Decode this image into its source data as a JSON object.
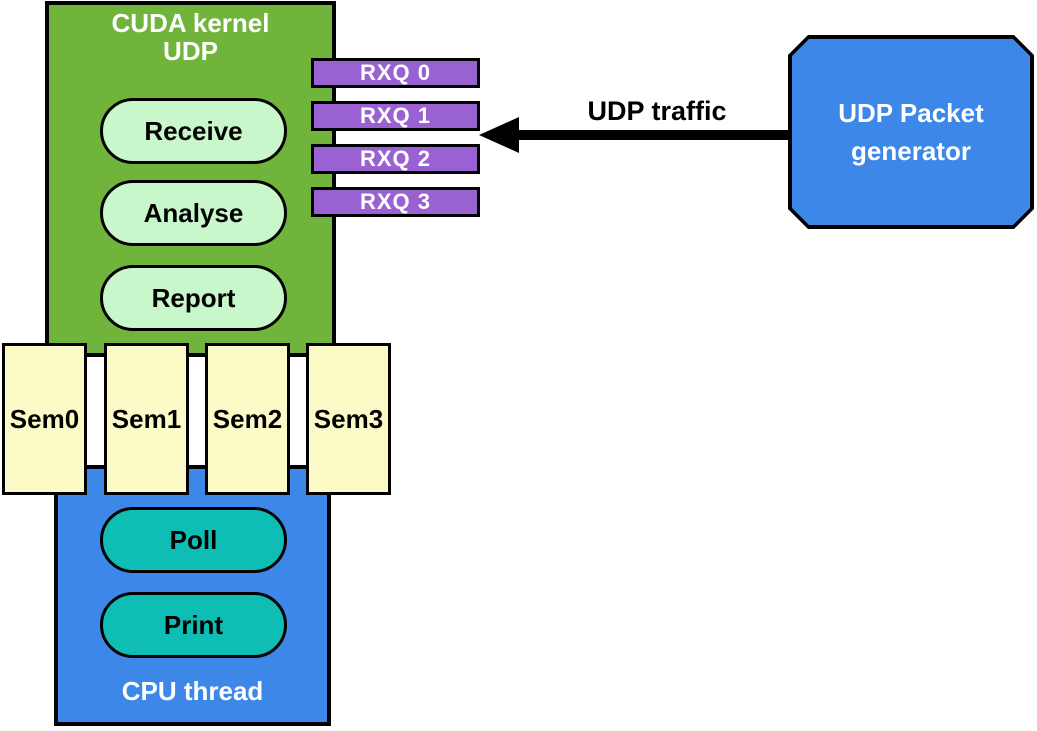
{
  "diagram": {
    "cuda_kernel_box": {
      "title_line1": "CUDA kernel",
      "title_line2": "UDP",
      "stages": [
        "Receive",
        "Analyse",
        "Report"
      ]
    },
    "rx_queues": [
      "RXQ 0",
      "RXQ 1",
      "RXQ 2",
      "RXQ 3"
    ],
    "arrow": {
      "label": "UDP traffic"
    },
    "packet_generator_box": {
      "label_line1": "UDP Packet",
      "label_line2": "generator"
    },
    "semaphores": [
      "Sem0",
      "Sem1",
      "Sem2",
      "Sem3"
    ],
    "cpu_thread_box": {
      "title": "CPU thread",
      "stages": [
        "Poll",
        "Print"
      ]
    },
    "colors": {
      "cuda-green": "#70B43C",
      "stage-palegreen": "#C9F7CC",
      "rxq-purple": "#9A61D2",
      "box-blue": "#3C87E8",
      "stage-teal": "#0EBDB4",
      "semaphore-yellow": "#FCFAC6",
      "outline-black": "#000000"
    }
  }
}
